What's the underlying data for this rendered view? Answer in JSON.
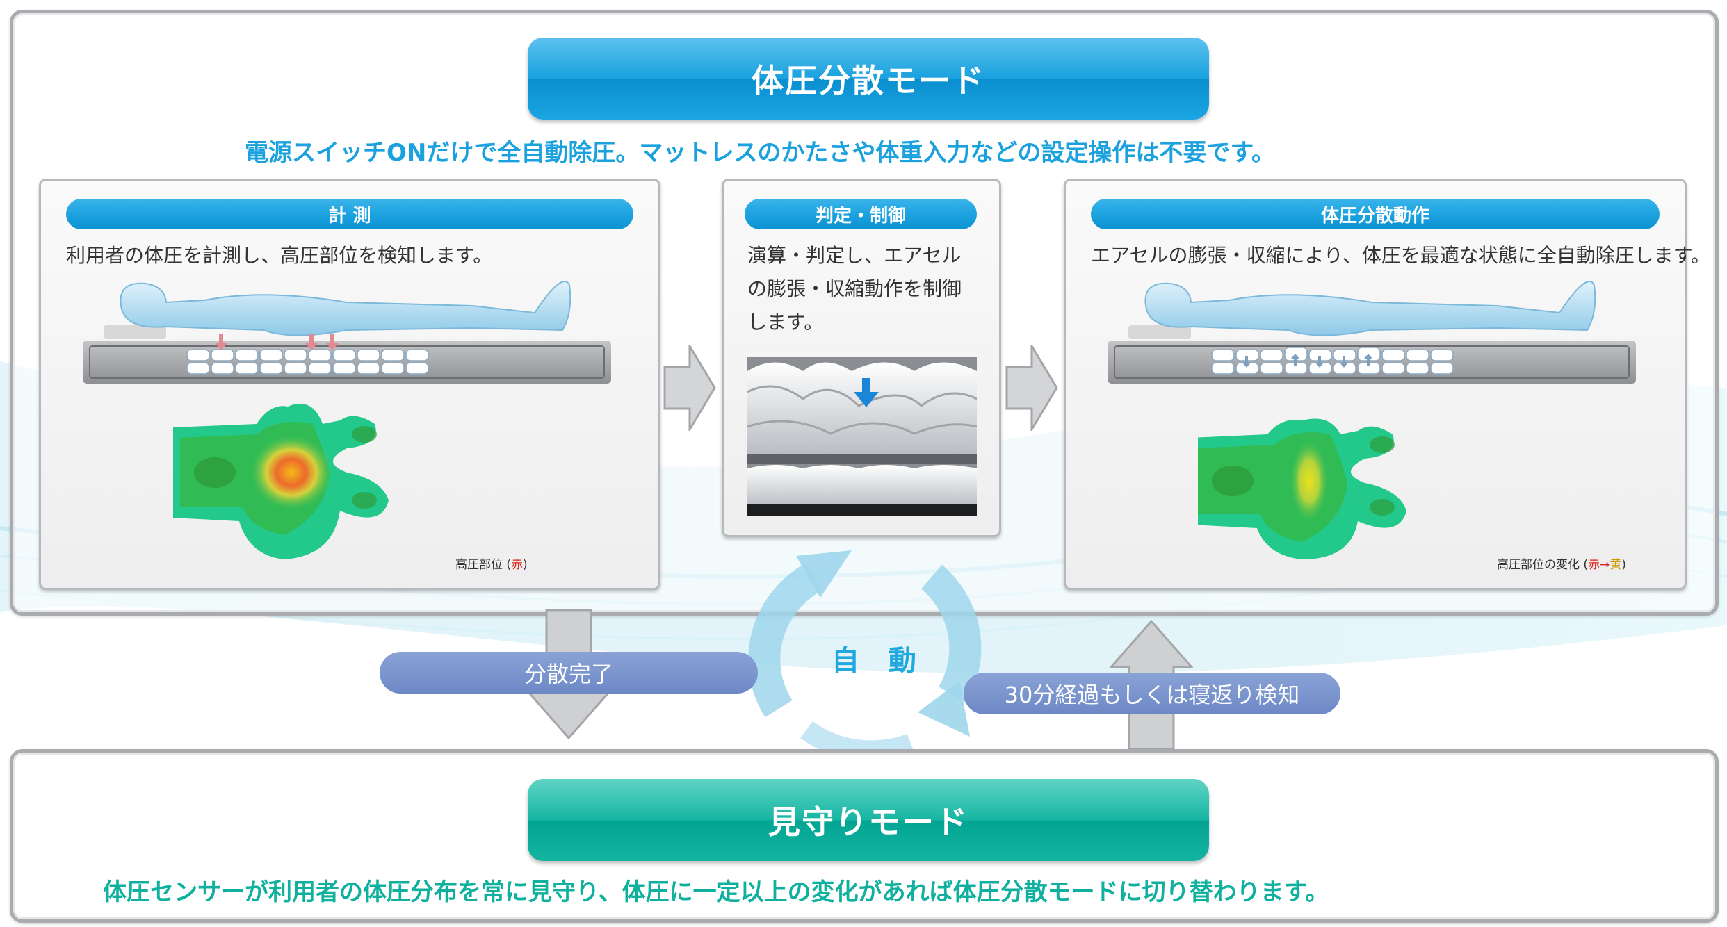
{
  "dispersion_mode": {
    "title": "体圧分散モード",
    "subtitle": "電源スイッチONだけで全自動除圧。マットレスのかたさや体重入力などの設定操作は不要です。"
  },
  "steps": {
    "measure": {
      "header": "計 測",
      "text": "利用者の体圧を計測し、高圧部位を検知します。",
      "note_prefix": "高圧部位 (",
      "note_red": "赤",
      "note_suffix": ")"
    },
    "control": {
      "header": "判定・制御",
      "text": "演算・判定し、エアセルの膨張・収縮動作を制御します。"
    },
    "action": {
      "header": "体圧分散動作",
      "text": "エアセルの膨張・収縮により、体圧を最適な状態に全自動除圧します。",
      "note_prefix": "高圧部位の変化 (",
      "note_red": "赤",
      "note_arrow": "→",
      "note_yellow": "黄",
      "note_suffix": ")"
    }
  },
  "flow": {
    "done_label": "分散完了",
    "auto_label": "自 動",
    "trigger_label": "30分経過もしくは寝返り検知"
  },
  "watch_mode": {
    "title": "見守りモード",
    "subtitle": "体圧センサーが利用者の体圧分布を常に見守り、体圧に一定以上の変化があれば体圧分散モードに切り替わります。"
  },
  "colors": {
    "dispersion_blue": "#1aa1de",
    "watch_teal": "#0fb09d",
    "flow_label": "#6d88c6",
    "high_pressure_red": "#d8261b",
    "changed_yellow": "#c99a00"
  }
}
